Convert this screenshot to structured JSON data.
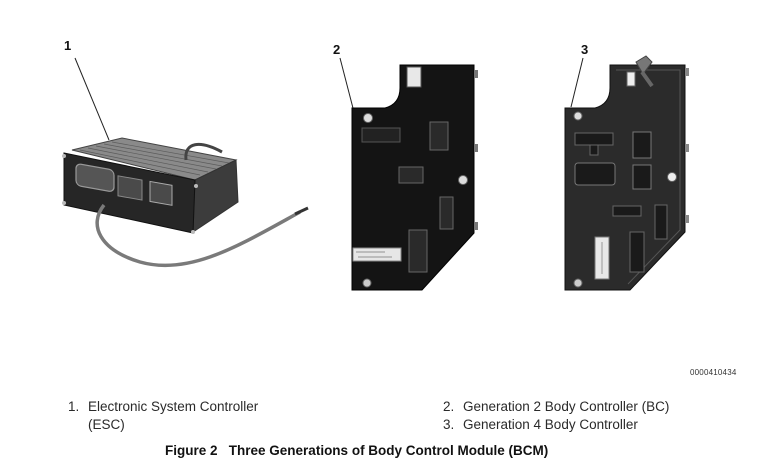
{
  "figure": {
    "callouts": [
      {
        "id": "1",
        "label": "1"
      },
      {
        "id": "2",
        "label": "2"
      },
      {
        "id": "3",
        "label": "3"
      }
    ],
    "image_code": "0000410434",
    "legend": {
      "left": [
        {
          "number": "1.",
          "text": "Electronic System Controller",
          "continuation": "(ESC)"
        }
      ],
      "right": [
        {
          "number": "2.",
          "text": "Generation 2 Body Controller (BC)"
        },
        {
          "number": "3.",
          "text": "Generation 4 Body Controller"
        }
      ]
    },
    "title_number": "Figure 2",
    "title_text": "Three Generations of Body Control Module (BCM)"
  }
}
